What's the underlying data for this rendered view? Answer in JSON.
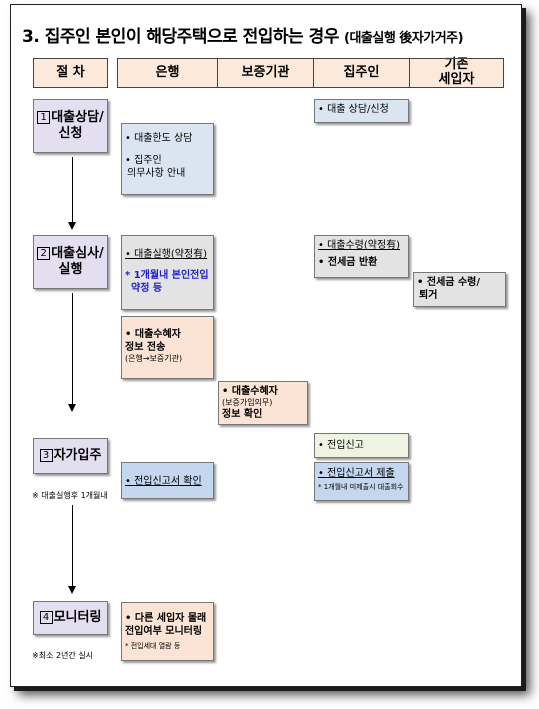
{
  "title": {
    "main": "3. 집주인 본인이 해당주택으로 전입하는 경우",
    "sub": "(대출실행 後자가거주)"
  },
  "headers": {
    "procedure": "절  차",
    "bank": "은행",
    "guarantor": "보증기관",
    "owner": "집주인",
    "tenant_line1": "기존",
    "tenant_line2": "세입자"
  },
  "steps": [
    {
      "num": "1",
      "line1": "대출상담/",
      "line2": "신청"
    },
    {
      "num": "2",
      "line1": "대출심사/",
      "line2": "실행"
    },
    {
      "num": "3",
      "line1": "자가입주",
      "line2": ""
    },
    {
      "num": "4",
      "line1": "모니터링",
      "line2": ""
    }
  ],
  "footnotes": {
    "step3": "※ 대출실행후 1개월내",
    "step4": "※최소 2년간 실시"
  },
  "boxes": {
    "owner_consult": "• 대출 상담/신청",
    "bank_limit": "• 대출한도 상담",
    "bank_duty_1": "• 집주인",
    "bank_duty_2": "의무사항 안내",
    "bank_exec": "• 대출실행(약정有)",
    "bank_exec_note_1": "* 1개월내 본인전입",
    "bank_exec_note_2": "약정 등",
    "owner_receive": "• 대출수령(약정有)",
    "owner_return": "• 전세금 반환",
    "tenant_receive_1": "• 전세금 수령/",
    "tenant_receive_2": "퇴거",
    "bank_send_1": "• 대출수혜자",
    "bank_send_2": "정보 전송",
    "bank_send_3": "(은행→보증기관)",
    "guar_check_1": "• 대출수혜자",
    "guar_check_2": "(보증가입의무)",
    "guar_check_3": "정보 확인",
    "owner_movein": "• 전입신고",
    "owner_submit": "• 전입신고서 제출",
    "owner_submit_note": "* 1개월내 미제출시 대출회수",
    "bank_confirm": "• 전입신고서 확인",
    "bank_monitor_1": "• 다른 세입자 몰래",
    "bank_monitor_2": "전입여부 모니터링",
    "bank_monitor_note": "* 전입세대 열람 등"
  }
}
